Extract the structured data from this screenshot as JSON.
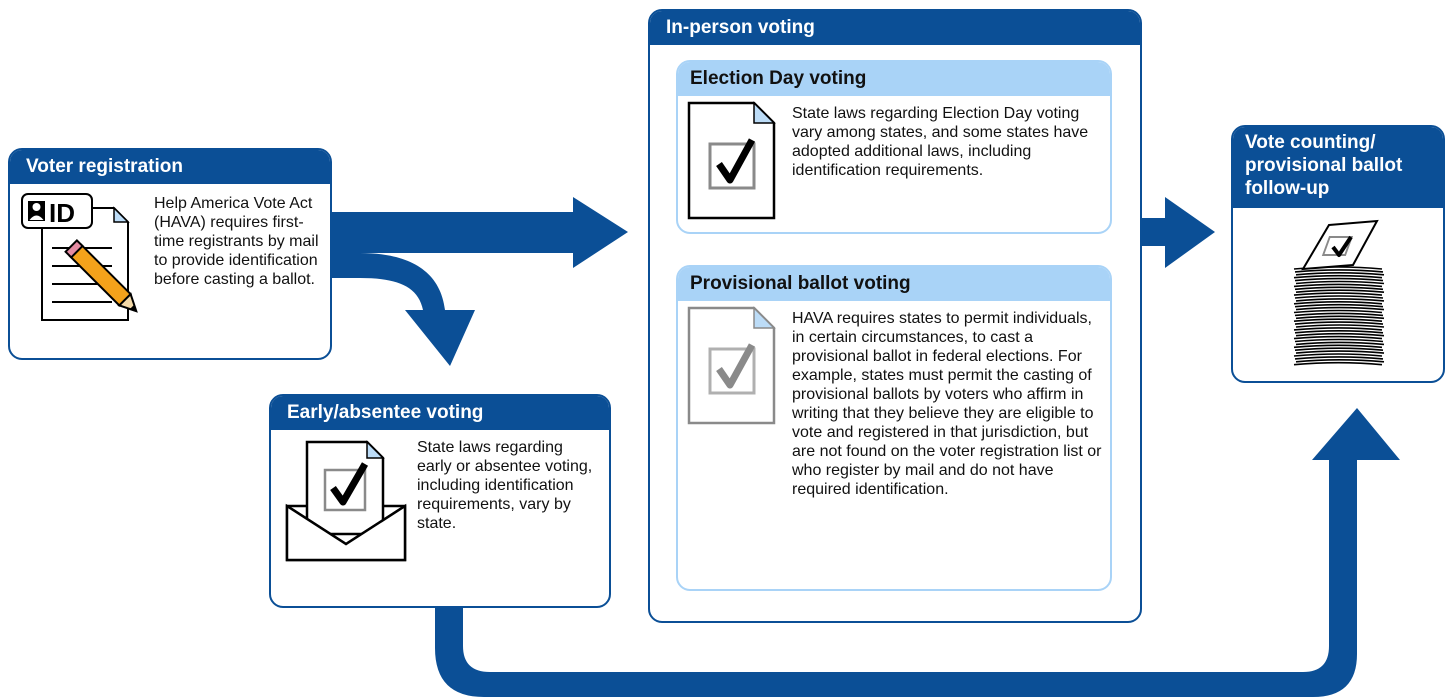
{
  "colors": {
    "dark_blue": "#0b4f96",
    "light_blue": "#a9d3f7",
    "doc_fold_blue": "#bcdcf7",
    "gray_outline": "#8a8a8a"
  },
  "stages": {
    "voter_registration": {
      "title": "Voter registration",
      "description": "Help America Vote Act (HAVA) requires first-time registrants by mail to provide identification before casting a ballot.",
      "icon": "id-card-registration-form-pencil-icon",
      "id_label": "ID"
    },
    "early_absentee": {
      "title": "Early/absentee voting",
      "description": "State laws regarding early or absentee voting, including identification requirements, vary by state.",
      "icon": "ballot-in-envelope-icon"
    },
    "in_person": {
      "title": "In-person voting",
      "election_day": {
        "title": "Election Day voting",
        "description": "State laws regarding Election Day voting vary among states, and some states have adopted additional laws, including identification requirements.",
        "icon": "ballot-checkmark-icon"
      },
      "provisional": {
        "title": "Provisional ballot voting",
        "description": "HAVA requires states to permit individuals, in certain circumstances, to cast a provisional ballot in federal elections. For example, states must permit the casting of provisional ballots by voters who affirm in writing that they believe they are eligible to vote and registered in that jurisdiction, but are not found on the voter registration list or who register by mail and do not have required identification.",
        "icon": "provisional-ballot-gray-icon"
      }
    },
    "vote_counting": {
      "title": "Vote counting/ provisional ballot follow-up",
      "icon": "ballot-stack-icon"
    }
  }
}
